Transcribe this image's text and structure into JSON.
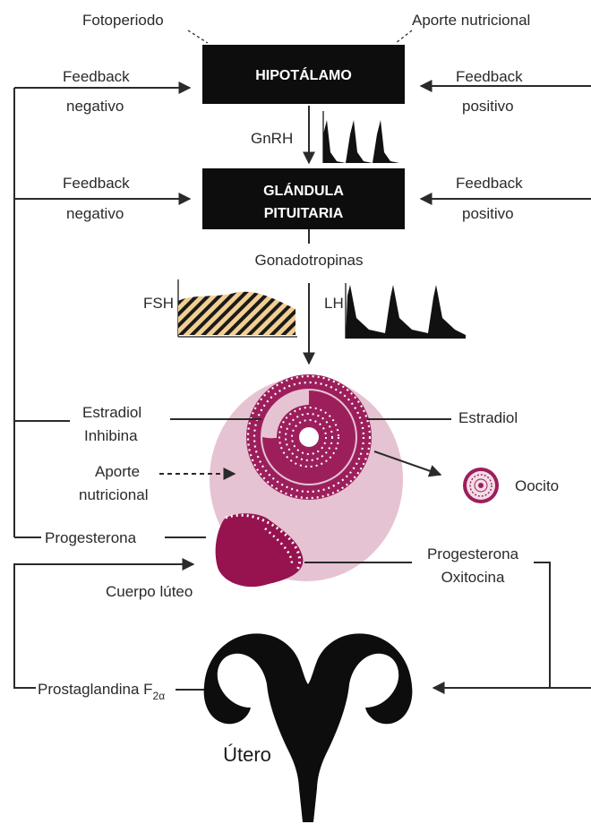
{
  "env": {
    "photoperiod": "Fotoperiodo",
    "nutrition": "Aporte nutricional"
  },
  "boxes": {
    "hypothalamus": "HIPOTÁLAMO",
    "pituitary_line1": "GLÁNDULA",
    "pituitary_line2": "PITUITARIA"
  },
  "feedback": {
    "word": "Feedback",
    "negative": "negativo",
    "positive": "positivo"
  },
  "hormones": {
    "gnrh": "GnRH",
    "gonadotropins": "Gonadotropinas",
    "fsh": "FSH",
    "lh": "LH",
    "estradiol": "Estradiol",
    "inhibin": "Inhibina",
    "progesterone": "Progesterona",
    "oxytocin": "Oxitocina",
    "prostaglandin": "Prostaglandina F",
    "prostaglandin_sub": "2α"
  },
  "ovary": {
    "nutrition_line1": "Aporte",
    "nutrition_line2": "nutricional",
    "oocyte": "Oocito",
    "corpus_luteum": "Cuerpo lúteo"
  },
  "uterus": "Útero",
  "colors": {
    "box": "#0d0d0d",
    "ovary": "#e6c3d2",
    "follicle": "#9c1f5c",
    "corpus_luteum": "#96134f",
    "fsh_fill": "#f2cf92",
    "line": "#2a2a2a"
  }
}
